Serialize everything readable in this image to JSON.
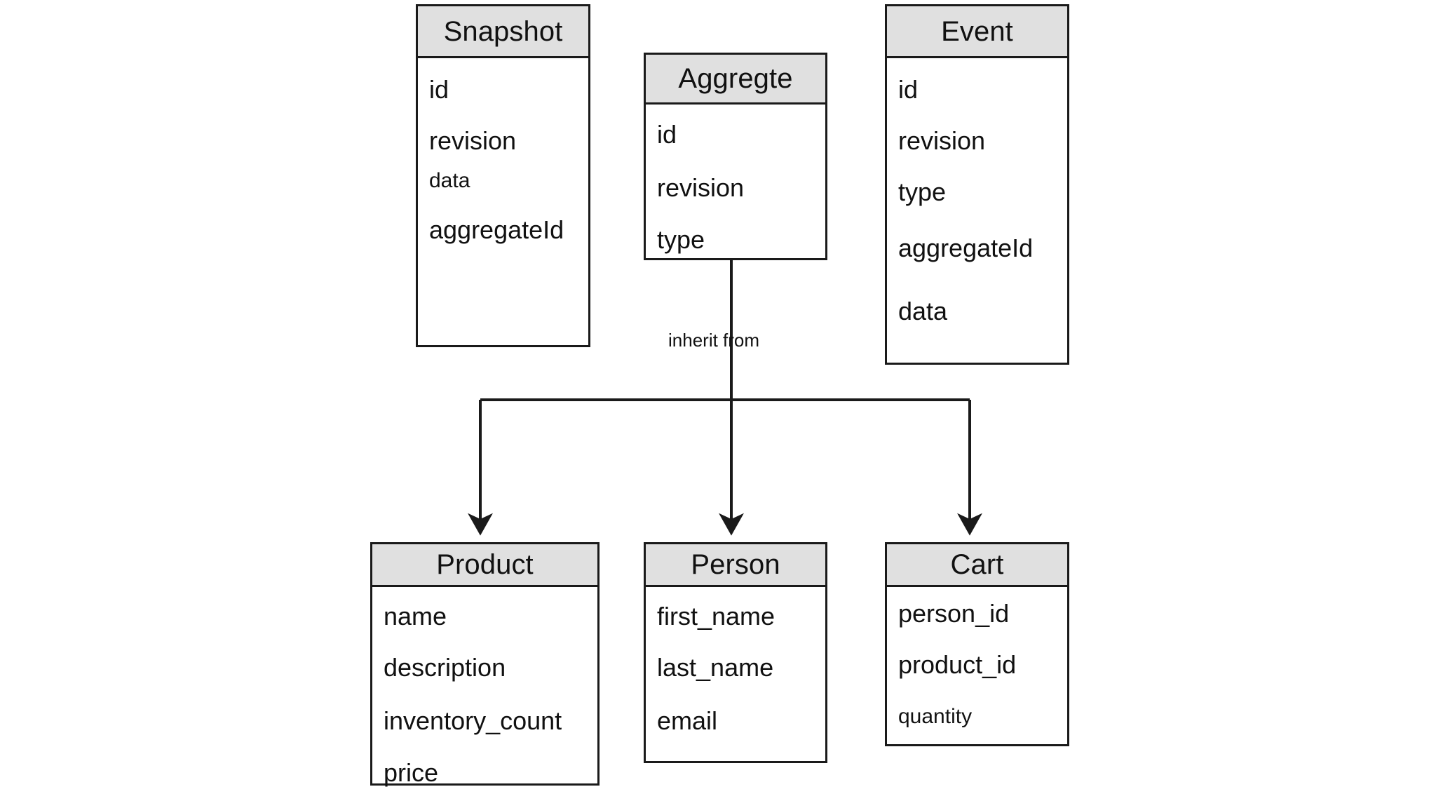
{
  "diagram": {
    "type": "entity-relationship-class-diagram",
    "background_color": "#ffffff",
    "header_fill": "#e0e0e0",
    "border_color": "#1a1a1a",
    "text_color": "#111111",
    "entities": [
      {
        "id": "snapshot",
        "title": "Snapshot",
        "fields": [
          "id",
          "revision",
          "data",
          "aggregateId"
        ]
      },
      {
        "id": "aggregte",
        "title": "Aggregte",
        "fields": [
          "id",
          "revision",
          "type"
        ]
      },
      {
        "id": "event",
        "title": "Event",
        "fields": [
          "id",
          "revision",
          "type",
          "aggregateId",
          "data"
        ]
      },
      {
        "id": "product",
        "title": "Product",
        "fields": [
          "name",
          "description",
          "inventory_count",
          "price"
        ]
      },
      {
        "id": "person",
        "title": "Person",
        "fields": [
          "first_name",
          "last_name",
          "email"
        ]
      },
      {
        "id": "cart",
        "title": "Cart",
        "fields": [
          "person_id",
          "product_id",
          "quantity"
        ]
      }
    ],
    "relationships": [
      {
        "label": "inherit from",
        "from": "aggregte",
        "to": [
          "product",
          "person",
          "cart"
        ],
        "style": "arrow"
      }
    ]
  }
}
